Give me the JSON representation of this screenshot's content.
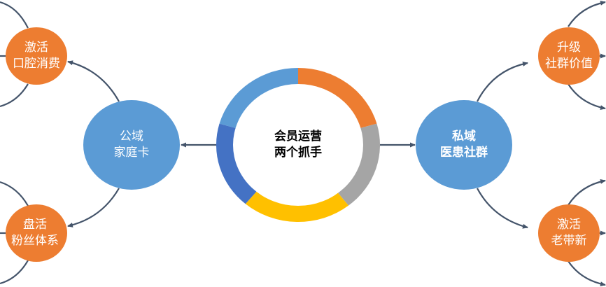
{
  "colors": {
    "orange": "#ED7D31",
    "blue": "#5B9BD5",
    "gray": "#A5A5A5",
    "yellow": "#FFC000",
    "dark_blue": "#4472C4",
    "connector": "#44546A"
  },
  "center": {
    "line1": "会员运营",
    "line2": "两个抓手"
  },
  "public_domain": {
    "line1": "公域",
    "line2": "家庭卡"
  },
  "private_domain": {
    "line1": "私域",
    "line2": "医患社群"
  },
  "left_top": {
    "line1": "激活",
    "line2": "口腔消费"
  },
  "left_bottom": {
    "line1": "盘活",
    "line2": "粉丝体系"
  },
  "right_top": {
    "line1": "升级",
    "line2": "社群价值"
  },
  "right_bottom": {
    "line1": "激活",
    "line2": "老带新"
  }
}
